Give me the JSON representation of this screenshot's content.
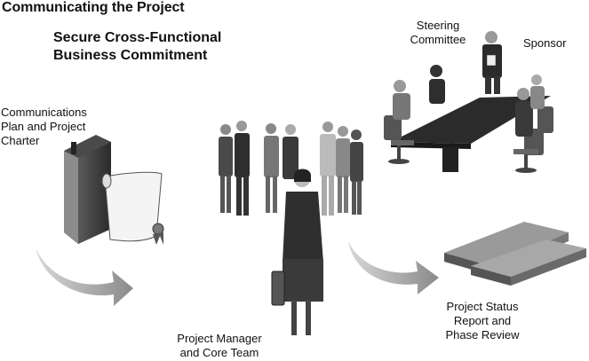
{
  "title": "Communicating the Project",
  "subtitle": {
    "line1": "Secure Cross-Functional",
    "line2": "Business Commitment"
  },
  "labels": {
    "charter": [
      "Communications",
      "Plan and Project",
      "Charter"
    ],
    "steering": [
      "Steering",
      "Committee"
    ],
    "sponsor": "Sponsor",
    "team": [
      "Project Manager",
      "and Core Team"
    ],
    "status": [
      "Project Status",
      "Report and",
      "Phase Review"
    ]
  },
  "colors": {
    "arrow_light": "#d4d4d4",
    "arrow_dark": "#8a8a8a",
    "figure_dark": "#3a3a3a",
    "figure_mid": "#7a7a7a",
    "figure_light": "#bdbdbd",
    "table": "#2b2b2b"
  }
}
